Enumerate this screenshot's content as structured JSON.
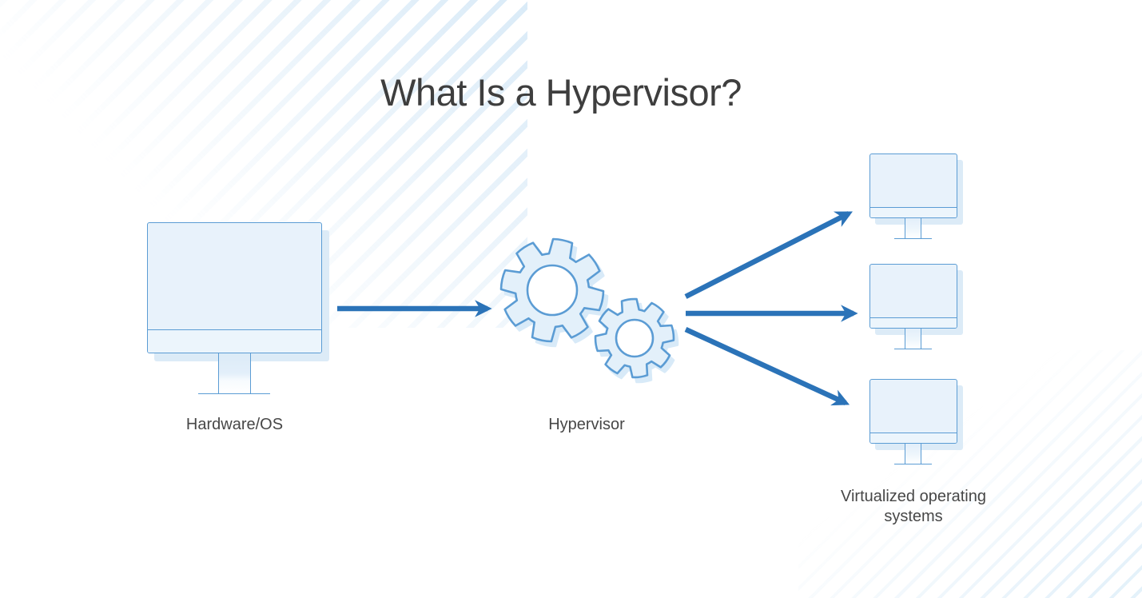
{
  "title": "What Is a Hypervisor?",
  "nodes": {
    "hardware": {
      "label": "Hardware/OS",
      "icon": "monitor-icon"
    },
    "hypervisor": {
      "label": "Hypervisor",
      "icon": "gears-icon"
    },
    "virtualized": {
      "label": "Virtualized operating systems",
      "icon": "monitor-icon",
      "count": 3
    }
  },
  "edges": [
    {
      "from": "hardware",
      "to": "hypervisor"
    },
    {
      "from": "hypervisor",
      "to": "vm-1"
    },
    {
      "from": "hypervisor",
      "to": "vm-2"
    },
    {
      "from": "hypervisor",
      "to": "vm-3"
    }
  ],
  "colors": {
    "accent": "#2b73b8",
    "outline": "#5b9cd4",
    "fill": "#e8f2fb",
    "gearfill": "#e3f0fa",
    "shadow": "#dcebf7",
    "title": "#3e3e3e",
    "label": "#474747"
  }
}
